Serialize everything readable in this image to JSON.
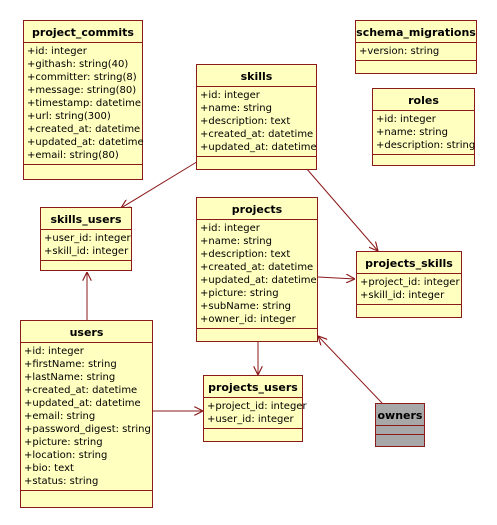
{
  "entities": {
    "project_commits": {
      "name": "project_commits",
      "attributes": [
        "+id: integer",
        "+githash: string(40)",
        "+committer: string(8)",
        "+message: string(80)",
        "+timestamp: datetime",
        "+url: string(300)",
        "+created_at: datetime",
        "+updated_at: datetime",
        "+email: string(80)"
      ]
    },
    "schema_migrations": {
      "name": "schema_migrations",
      "attributes": [
        "+version: string"
      ]
    },
    "skills": {
      "name": "skills",
      "attributes": [
        "+id: integer",
        "+name: string",
        "+description: text",
        "+created_at: datetime",
        "+updated_at: datetime"
      ]
    },
    "roles": {
      "name": "roles",
      "attributes": [
        "+id: integer",
        "+name: string",
        "+description: string"
      ]
    },
    "skills_users": {
      "name": "skills_users",
      "attributes": [
        "+user_id: integer",
        "+skill_id: integer"
      ]
    },
    "projects": {
      "name": "projects",
      "attributes": [
        "+id: integer",
        "+name: string",
        "+description: text",
        "+created_at: datetime",
        "+updated_at: datetime",
        "+picture: string",
        "+subName: string",
        "+owner_id: integer"
      ]
    },
    "projects_skills": {
      "name": "projects_skills",
      "attributes": [
        "+project_id: integer",
        "+skill_id: integer"
      ]
    },
    "users": {
      "name": "users",
      "attributes": [
        "+id: integer",
        "+firstName: string",
        "+lastName: string",
        "+created_at: datetime",
        "+updated_at: datetime",
        "+email: string",
        "+password_digest: string",
        "+picture: string",
        "+location: string",
        "+bio: text",
        "+status: string"
      ]
    },
    "projects_users": {
      "name": "projects_users",
      "attributes": [
        "+project_id: integer",
        "+user_id: integer"
      ]
    },
    "owners": {
      "name": "owners",
      "attributes": []
    }
  },
  "colors": {
    "entity_fill": "#ffffc0",
    "entity_border": "#8b1a1a",
    "owners_fill": "#a8a8a8",
    "connector": "#8b1a1a"
  }
}
